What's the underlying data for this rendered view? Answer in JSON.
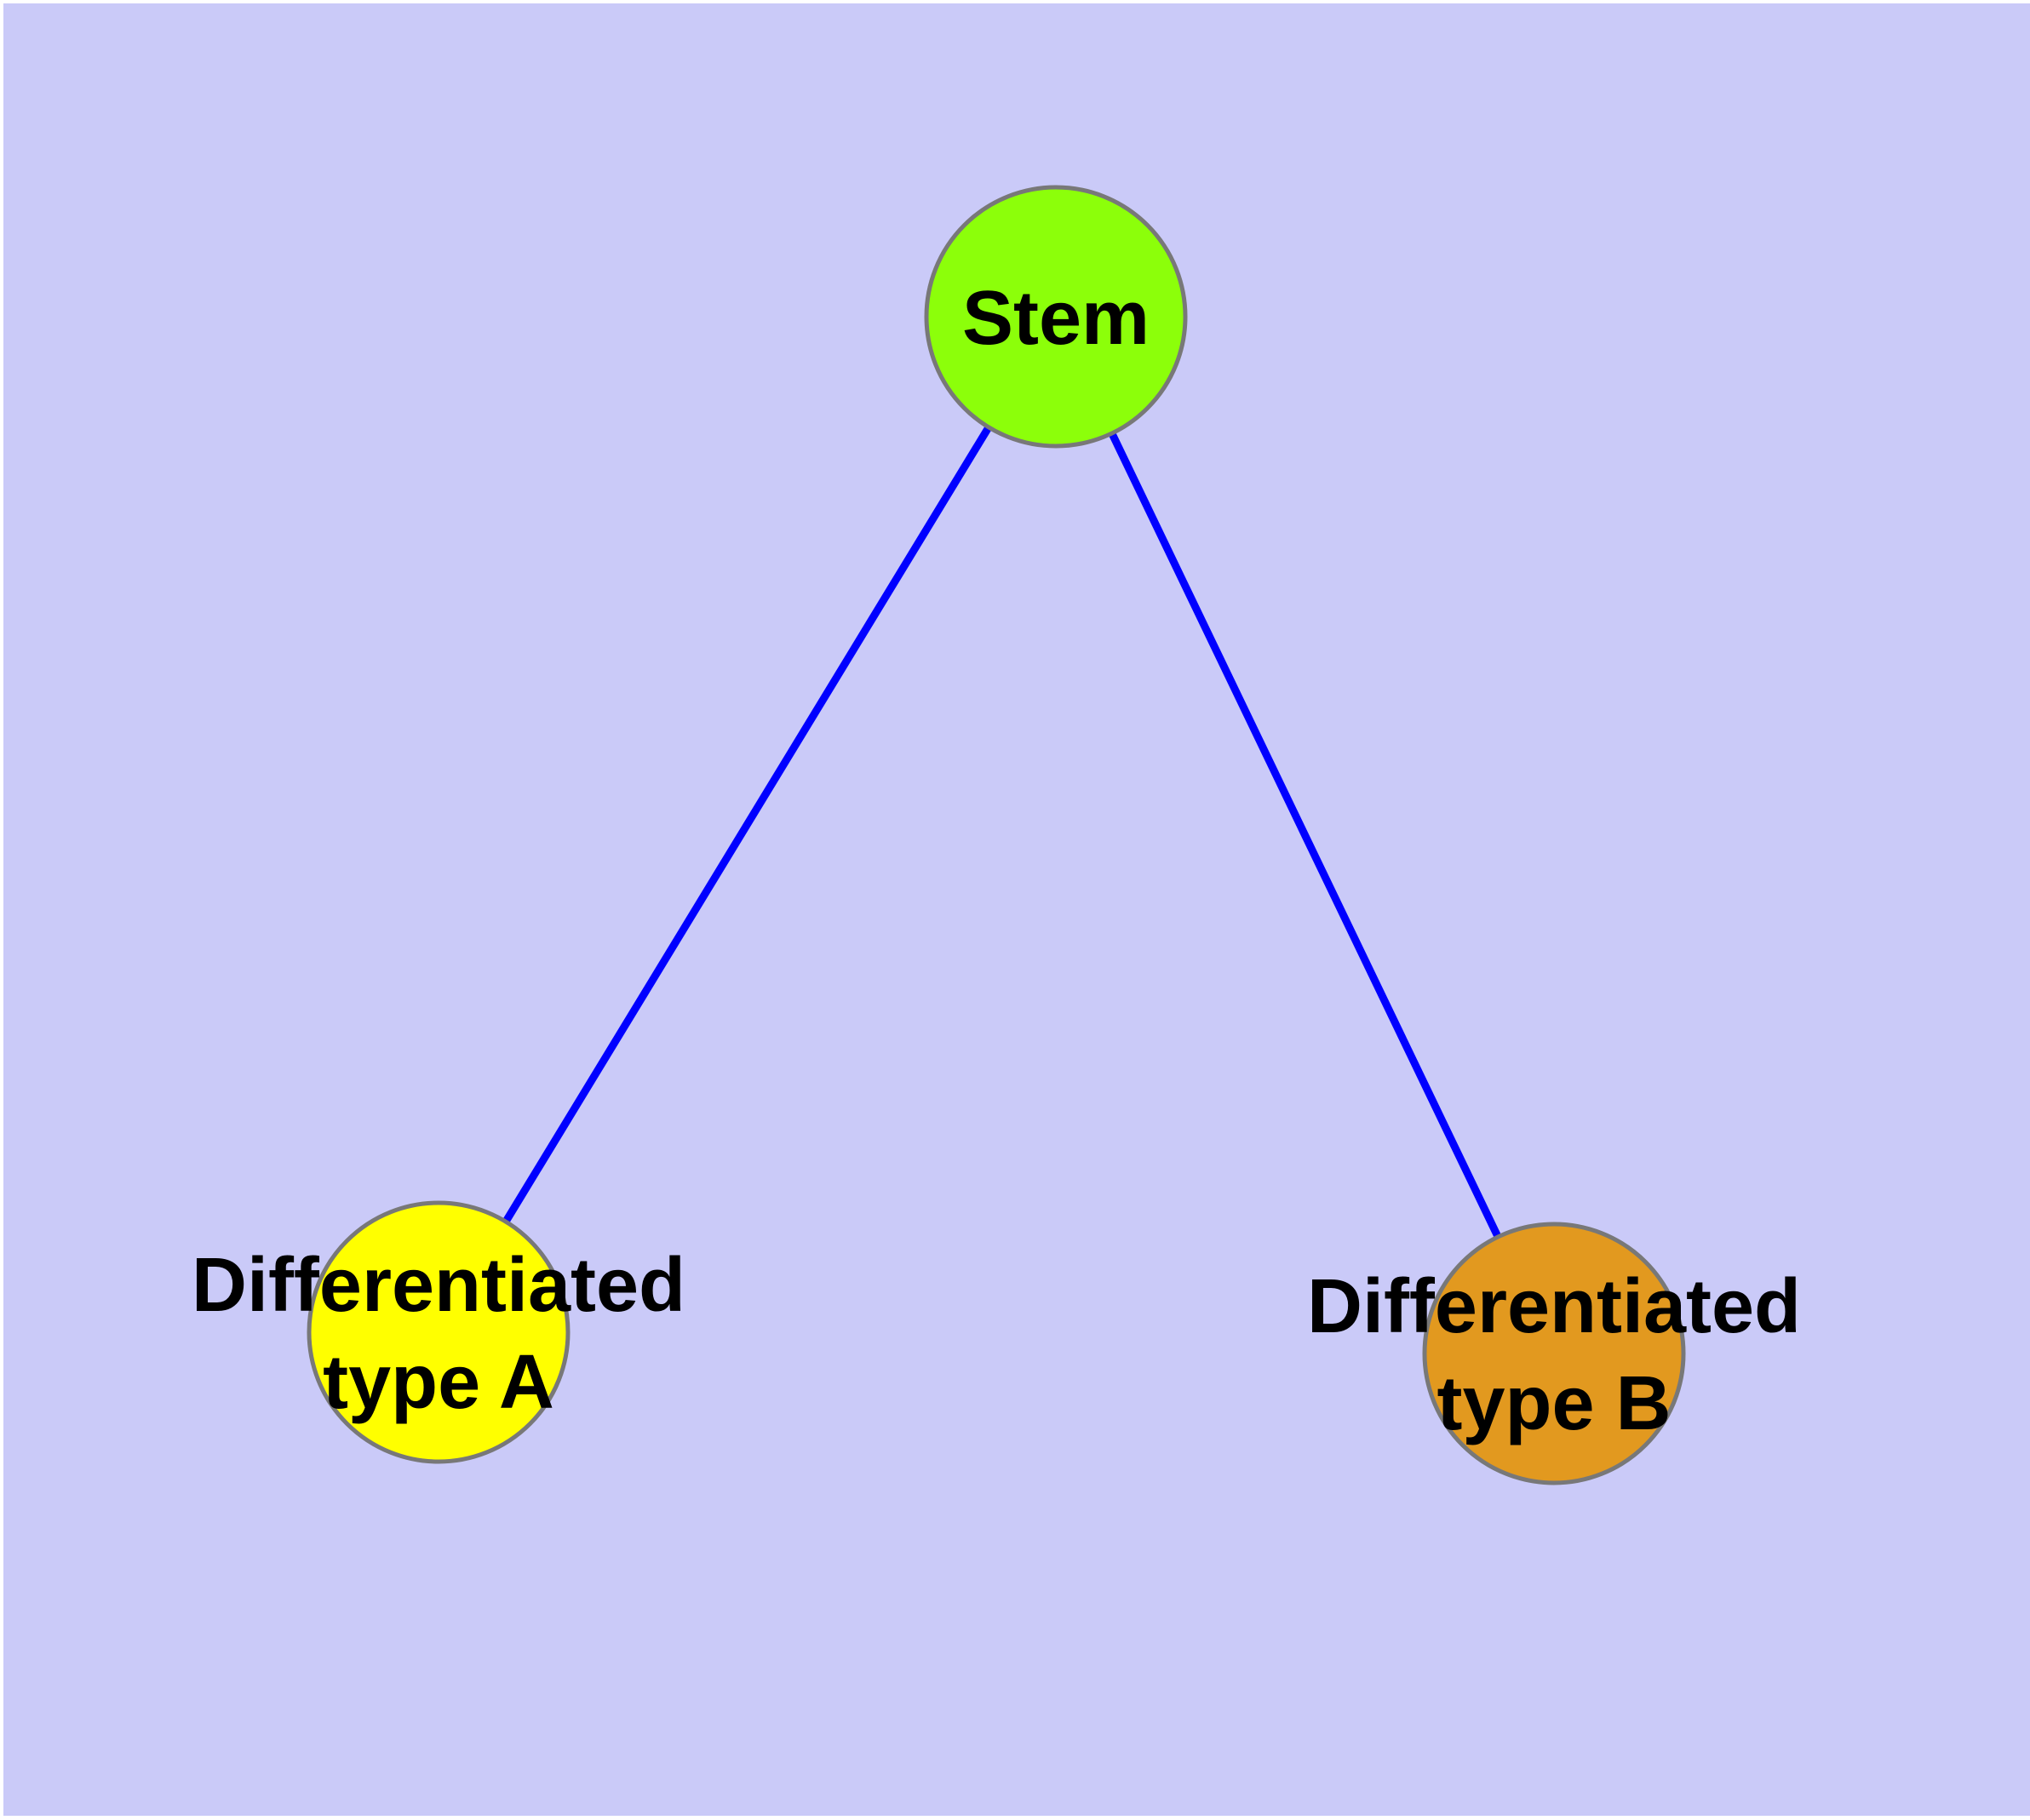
{
  "canvas": {
    "background_color": "#FFFFFF",
    "panel_color": "#CACAF8"
  },
  "diagram": {
    "title": "stem cell differentiation graph",
    "edge_color": "#0000FF",
    "node_border_color": "#787878",
    "label_color": "#000000",
    "edges": [
      {
        "from": "stem",
        "to": "type_a"
      },
      {
        "from": "stem",
        "to": "type_b"
      }
    ],
    "nodes": {
      "stem": {
        "label": "Stem",
        "fill": "#8CFF0A"
      },
      "type_a": {
        "label_line1": "Differentiated",
        "label_line2": "type A",
        "fill": "#FFFF00"
      },
      "type_b": {
        "label_line1": "Differentiated",
        "label_line2": "type B",
        "fill": "#E2991F"
      }
    }
  }
}
